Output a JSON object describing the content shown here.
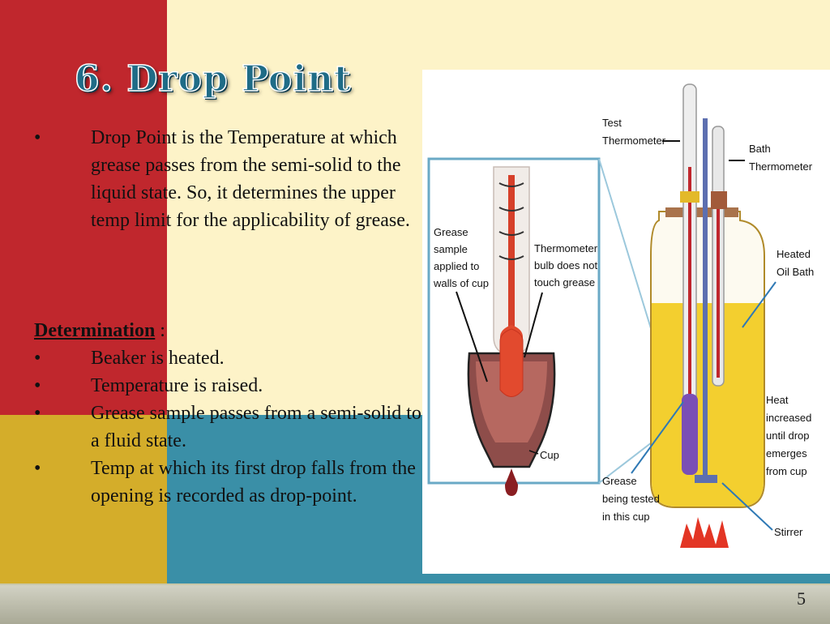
{
  "slide": {
    "title": "6. Drop Point",
    "definition": "Drop Point is the Temperature at which grease passes from the semi-solid to the liquid state. So, it determines the upper temp limit for the applicability of grease.",
    "determination_label": "Determination",
    "determination_suffix": " :",
    "steps": [
      "Beaker is heated.",
      "Temperature is raised.",
      "Grease sample passes from a semi-solid to a fluid state.",
      "Temp at which its first drop falls from the opening is recorded as drop-point."
    ],
    "bullet_symbol": "•",
    "page_number": "5"
  },
  "figure": {
    "labels": {
      "grease_sample": [
        "Grease",
        "sample",
        "applied  to",
        "walls of cup"
      ],
      "thermometer_bulb": [
        "Thermometer",
        "bulb does not",
        "touch grease"
      ],
      "cup": "Cup",
      "test_thermometer": [
        "Test",
        "Thermometer"
      ],
      "bath_thermometer": [
        "Bath",
        "Thermometer"
      ],
      "heated_oil_bath": [
        "Heated",
        "Oil Bath"
      ],
      "heat_increased": [
        "Heat",
        "increased",
        "until drop",
        "emerges",
        "from cup"
      ],
      "grease_tested": [
        "Grease",
        "being tested",
        "in this cup"
      ],
      "stirrer": "Stirrer"
    },
    "colors": {
      "red": "#c0272d",
      "yellow": "#d4ad2a",
      "teal": "#3a8fa7",
      "cream": "#fdf3c8",
      "title": "#1f6c87",
      "oil": "#f3cf2f",
      "zoom_box": "#6aa9c6"
    }
  }
}
